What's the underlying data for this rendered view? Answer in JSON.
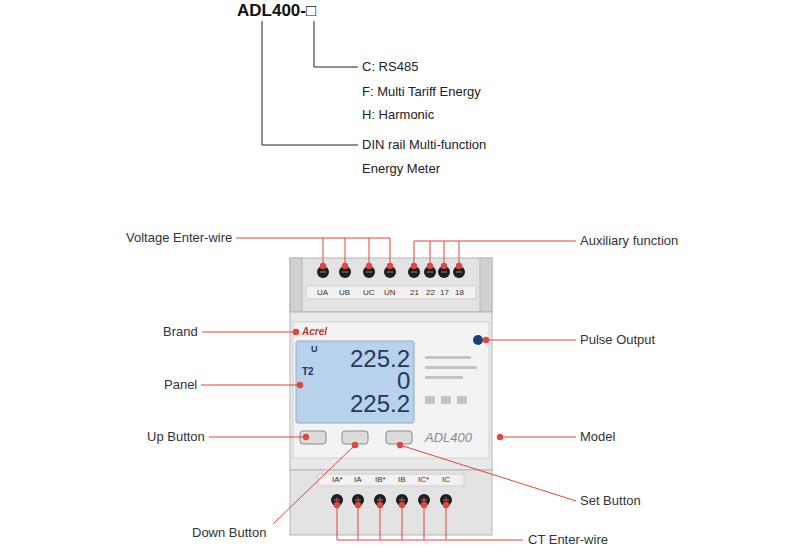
{
  "diagram": {
    "labels": [
      "ADL400-□",
      "C: RS485",
      "F: Multi Tariff Energy",
      "H: Harmonic",
      "DIN rail Multi-function Energy Meter",
      "Voltage Enter-wire",
      "Auxiliary function",
      "Brand",
      "Pulse Output",
      "Panel",
      "Up Button",
      "Model",
      "Set Button",
      "Down Button",
      "CT Enter-wire",
      "UA",
      "UB",
      "UC",
      "UN",
      "21",
      "22",
      "17",
      "18",
      "Acrel",
      "225.2",
      "0",
      "225.2",
      "T2",
      "U",
      "ADL400",
      "IA*",
      "IA",
      "IB*",
      "IB",
      "IC*",
      "IC"
    ]
  }
}
